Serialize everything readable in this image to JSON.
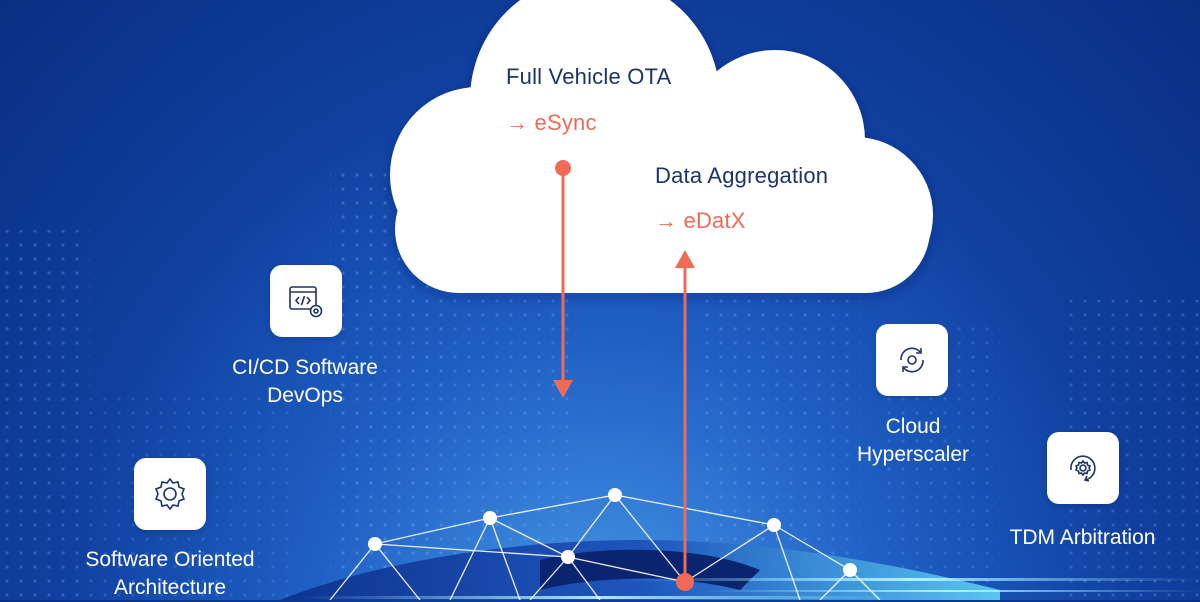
{
  "cloud": {
    "ota_title": "Full Vehicle OTA",
    "ota_product": "→ eSync",
    "data_title": "Data Aggregation",
    "data_product": "→ eDatX"
  },
  "features": {
    "cicd": {
      "icon": "code-gear-icon",
      "line1": "CI/CD Software",
      "line2": "DevOps"
    },
    "soa": {
      "icon": "gear-icon",
      "line1": "Software Oriented",
      "line2": "Architecture"
    },
    "cloud": {
      "icon": "cloud-sync-icon",
      "line1": "Cloud",
      "line2": "Hyperscaler"
    },
    "tdm": {
      "icon": "gear-cycle-icon",
      "line1": "TDM Arbitration"
    }
  },
  "colors": {
    "background": "#1f5fc4",
    "accent": "#ef6a57",
    "cloud": "#ffffff",
    "title_text": "#1e3466"
  }
}
